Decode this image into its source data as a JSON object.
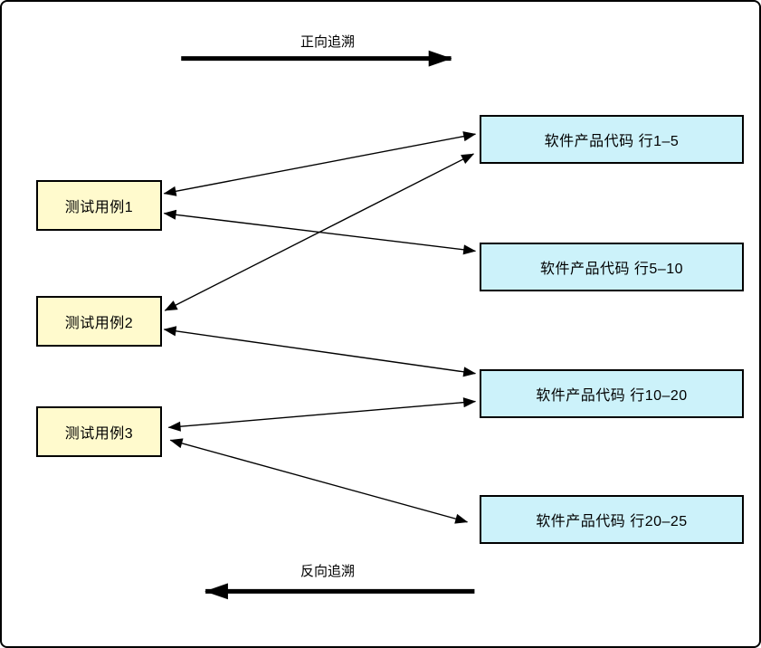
{
  "diagram": {
    "flows": {
      "forward": {
        "label": "正向追溯",
        "direction": "left-to-right"
      },
      "backward": {
        "label": "反向追溯",
        "direction": "right-to-left"
      }
    },
    "nodes": {
      "test_cases": [
        {
          "id": "tc1",
          "label": "测试用例1"
        },
        {
          "id": "tc2",
          "label": "测试用例2"
        },
        {
          "id": "tc3",
          "label": "测试用例3"
        }
      ],
      "code_segments": [
        {
          "id": "code1",
          "label": "软件产品代码 行1–5"
        },
        {
          "id": "code2",
          "label": "软件产品代码 行5–10"
        },
        {
          "id": "code3",
          "label": "软件产品代码 行10–20"
        },
        {
          "id": "code4",
          "label": "软件产品代码 行20–25"
        }
      ]
    },
    "edges": [
      {
        "from": "tc1",
        "to": "code1",
        "bidirectional": true
      },
      {
        "from": "tc1",
        "to": "code2",
        "bidirectional": true
      },
      {
        "from": "tc2",
        "to": "code1",
        "bidirectional": true
      },
      {
        "from": "tc2",
        "to": "code3",
        "bidirectional": true
      },
      {
        "from": "tc3",
        "to": "code3",
        "bidirectional": true
      },
      {
        "from": "tc3",
        "to": "code4",
        "bidirectional": true
      }
    ],
    "colors": {
      "test_case_fill": "#FFFACD",
      "code_fill": "#CCF2FA",
      "stroke": "#000000",
      "background": "#FFFFFF"
    }
  }
}
